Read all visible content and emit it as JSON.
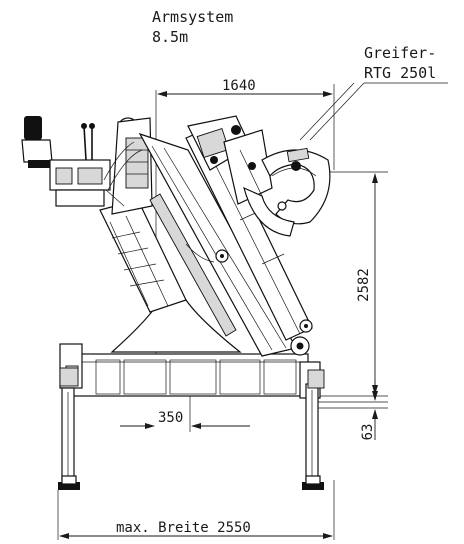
{
  "drawing": {
    "arm_system_label": "Armsystem",
    "arm_system_value": "8.5m",
    "grapple_label_line1": "Greifer-",
    "grapple_label_line2": "RTG 250l",
    "dim_reach": "1640",
    "dim_height": "2582",
    "dim_offset": "350",
    "dim_ground": "63",
    "dim_width": "max. Breite 2550"
  }
}
